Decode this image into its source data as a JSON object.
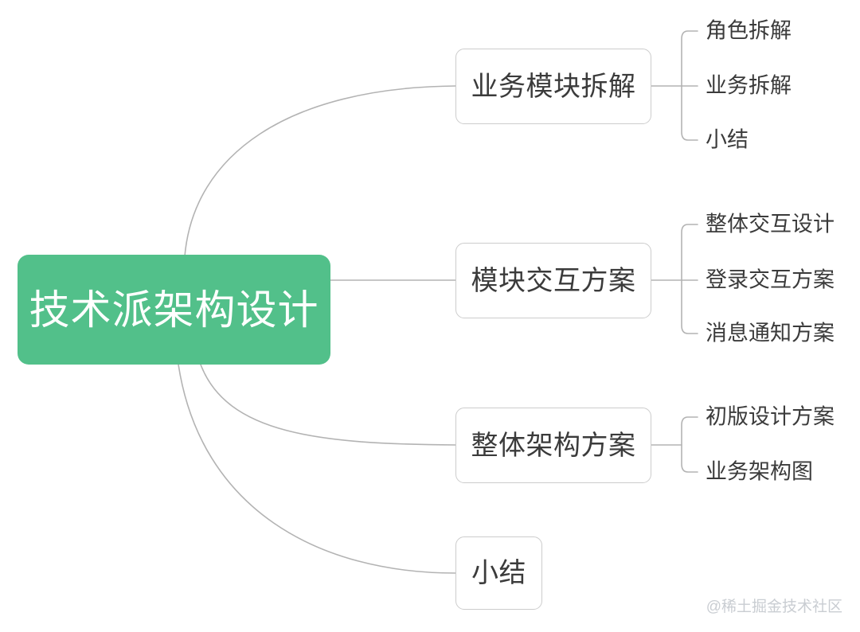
{
  "diagram": {
    "type": "mind-map",
    "background": "#ffffff",
    "root": {
      "label": "技术派架构设计",
      "fill": "#52c08a",
      "text_color": "#ffffff"
    },
    "branch_style": {
      "fill": "#ffffff",
      "border_color": "#cccccc",
      "text_color": "#3b3b3b"
    },
    "connector_color": "#b3b3b3",
    "branches": [
      {
        "label": "业务模块拆解",
        "leaves": [
          {
            "label": "角色拆解"
          },
          {
            "label": "业务拆解"
          },
          {
            "label": "小结"
          }
        ]
      },
      {
        "label": "模块交互方案",
        "leaves": [
          {
            "label": "整体交互设计"
          },
          {
            "label": "登录交互方案"
          },
          {
            "label": "消息通知方案"
          }
        ]
      },
      {
        "label": "整体架构方案",
        "leaves": [
          {
            "label": "初版设计方案"
          },
          {
            "label": "业务架构图"
          }
        ]
      },
      {
        "label": "小结",
        "leaves": []
      }
    ],
    "watermark": "@稀土掘金技术社区"
  }
}
